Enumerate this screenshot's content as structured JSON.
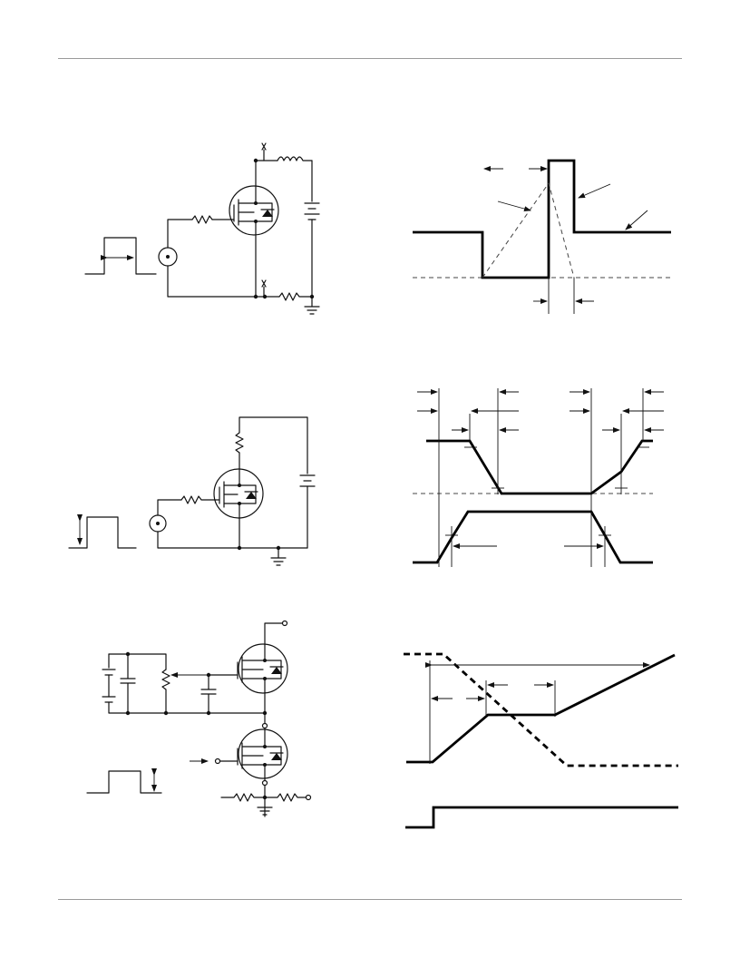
{
  "page": {
    "figures": [
      {
        "id": "unclamped-inductive-switching-test-circuit"
      },
      {
        "id": "unclamped-inductive-waveforms"
      },
      {
        "id": "switching-time-test-circuit"
      },
      {
        "id": "switching-time-waveforms"
      },
      {
        "id": "gate-charge-test-circuit"
      },
      {
        "id": "gate-charge-waveforms"
      }
    ]
  },
  "colors": {
    "line": "#111111",
    "rule": "#9a9a9a",
    "background": "#ffffff"
  }
}
